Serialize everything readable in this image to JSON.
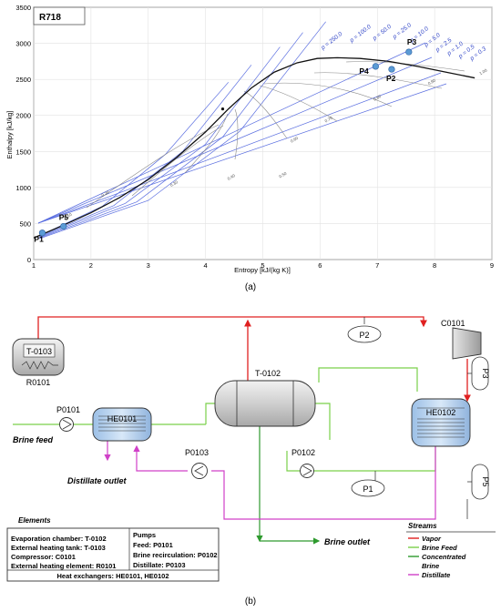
{
  "chart_data": {
    "type": "line",
    "title": "R718",
    "xlabel": "Entropy [kJ/(kg K)]",
    "ylabel": "Enthalpy [kJ/kg]",
    "xlim": [
      1,
      9
    ],
    "ylim": [
      0,
      3500
    ],
    "x_ticks": [
      "1",
      "2",
      "3",
      "4",
      "5",
      "6",
      "7",
      "8",
      "9"
    ],
    "y_ticks": [
      "0",
      "500",
      "1000",
      "1500",
      "2000",
      "2500",
      "3000",
      "3500"
    ],
    "grid": true,
    "saturation_dome": {
      "x": [
        1.0,
        1.5,
        2.0,
        2.5,
        3.0,
        3.5,
        4.0,
        4.4,
        4.8,
        5.2,
        5.6,
        5.95,
        6.3,
        6.7,
        7.2,
        7.7,
        8.2,
        8.7
      ],
      "y": [
        300,
        470,
        650,
        860,
        1110,
        1420,
        1770,
        2090,
        2380,
        2600,
        2730,
        2790,
        2800,
        2790,
        2750,
        2680,
        2600,
        2520
      ]
    },
    "isobar_labels": [
      "p = 250.0",
      "p = 100.0",
      "p = 50.0",
      "p = 25.0",
      "p = 10.0",
      "p = 5.0",
      "p = 2.5",
      "p = 1.0",
      "p = 0.5",
      "p = 0.3"
    ],
    "isobars": [
      {
        "label": "p = 250.0",
        "x": [
          1.1,
          2.2,
          3.3,
          4.4
        ],
        "y": [
          330,
          740,
          1460,
          2460
        ]
      },
      {
        "label": "p = 100.0",
        "x": [
          1.1,
          2.4,
          3.6,
          4.8
        ],
        "y": [
          320,
          750,
          1500,
          2700
        ]
      },
      {
        "label": "p = 50.0",
        "x": [
          1.1,
          2.6,
          4.0,
          5.3
        ],
        "y": [
          310,
          780,
          1600,
          2950
        ]
      },
      {
        "label": "p = 25.0",
        "x": [
          1.1,
          2.8,
          4.3,
          5.7
        ],
        "y": [
          300,
          800,
          1700,
          3150
        ]
      },
      {
        "label": "p = 10.0",
        "x": [
          1.1,
          3.0,
          4.6,
          6.1
        ],
        "y": [
          290,
          820,
          1780,
          3300
        ]
      }
    ],
    "quality_labels": [
      "0.10",
      "0.20",
      "0.30",
      "0.40",
      "0.50",
      "0.60",
      "0.70",
      "0.80",
      "0.90",
      "1.00"
    ],
    "points": [
      {
        "label": "P1",
        "x": 1.15,
        "y": 370
      },
      {
        "label": "P5",
        "x": 1.52,
        "y": 460
      },
      {
        "label": "P4",
        "x": 6.97,
        "y": 2680
      },
      {
        "label": "P2",
        "x": 7.25,
        "y": 2640
      },
      {
        "label": "P3",
        "x": 7.55,
        "y": 2880
      }
    ],
    "caption": "(a)"
  },
  "diagram": {
    "caption": "(b)",
    "components": {
      "t0103": "T-0103",
      "r0101": "R0101",
      "t0102": "T-0102",
      "c0101": "C0101",
      "he0101": "HE0101",
      "he0102": "HE0102",
      "p0101": "P0101",
      "p0102": "P0102",
      "p0103": "P0103"
    },
    "stream_points": [
      "P1",
      "P2",
      "P3",
      "P5"
    ],
    "labels": {
      "brine_feed": "Brine feed",
      "distillate_outlet": "Distillate outlet",
      "brine_outlet": "Brine outlet"
    },
    "elements_title": "Elements",
    "elements": [
      "Evaporation chamber: T-0102",
      "External heating tank: T-0103",
      "Compressor: C0101",
      "External heating element: R0101"
    ],
    "pumps_title": "Pumps",
    "pumps": [
      "Feed: P0101",
      "Brine recirculation: P0102",
      "Distillate: P0103"
    ],
    "heat_exchangers": "Heat exchangers: HE0101, HE0102",
    "streams_title": "Streams",
    "streams": [
      {
        "label": "Vapor",
        "color": "#e02020"
      },
      {
        "label": "Brine Feed",
        "color": "#7ad04a"
      },
      {
        "label": "Concentrated",
        "color": "#2e9a2e"
      },
      {
        "label": "Brine",
        "color": ""
      },
      {
        "label": "Distillate",
        "color": "#d040c8"
      }
    ]
  }
}
